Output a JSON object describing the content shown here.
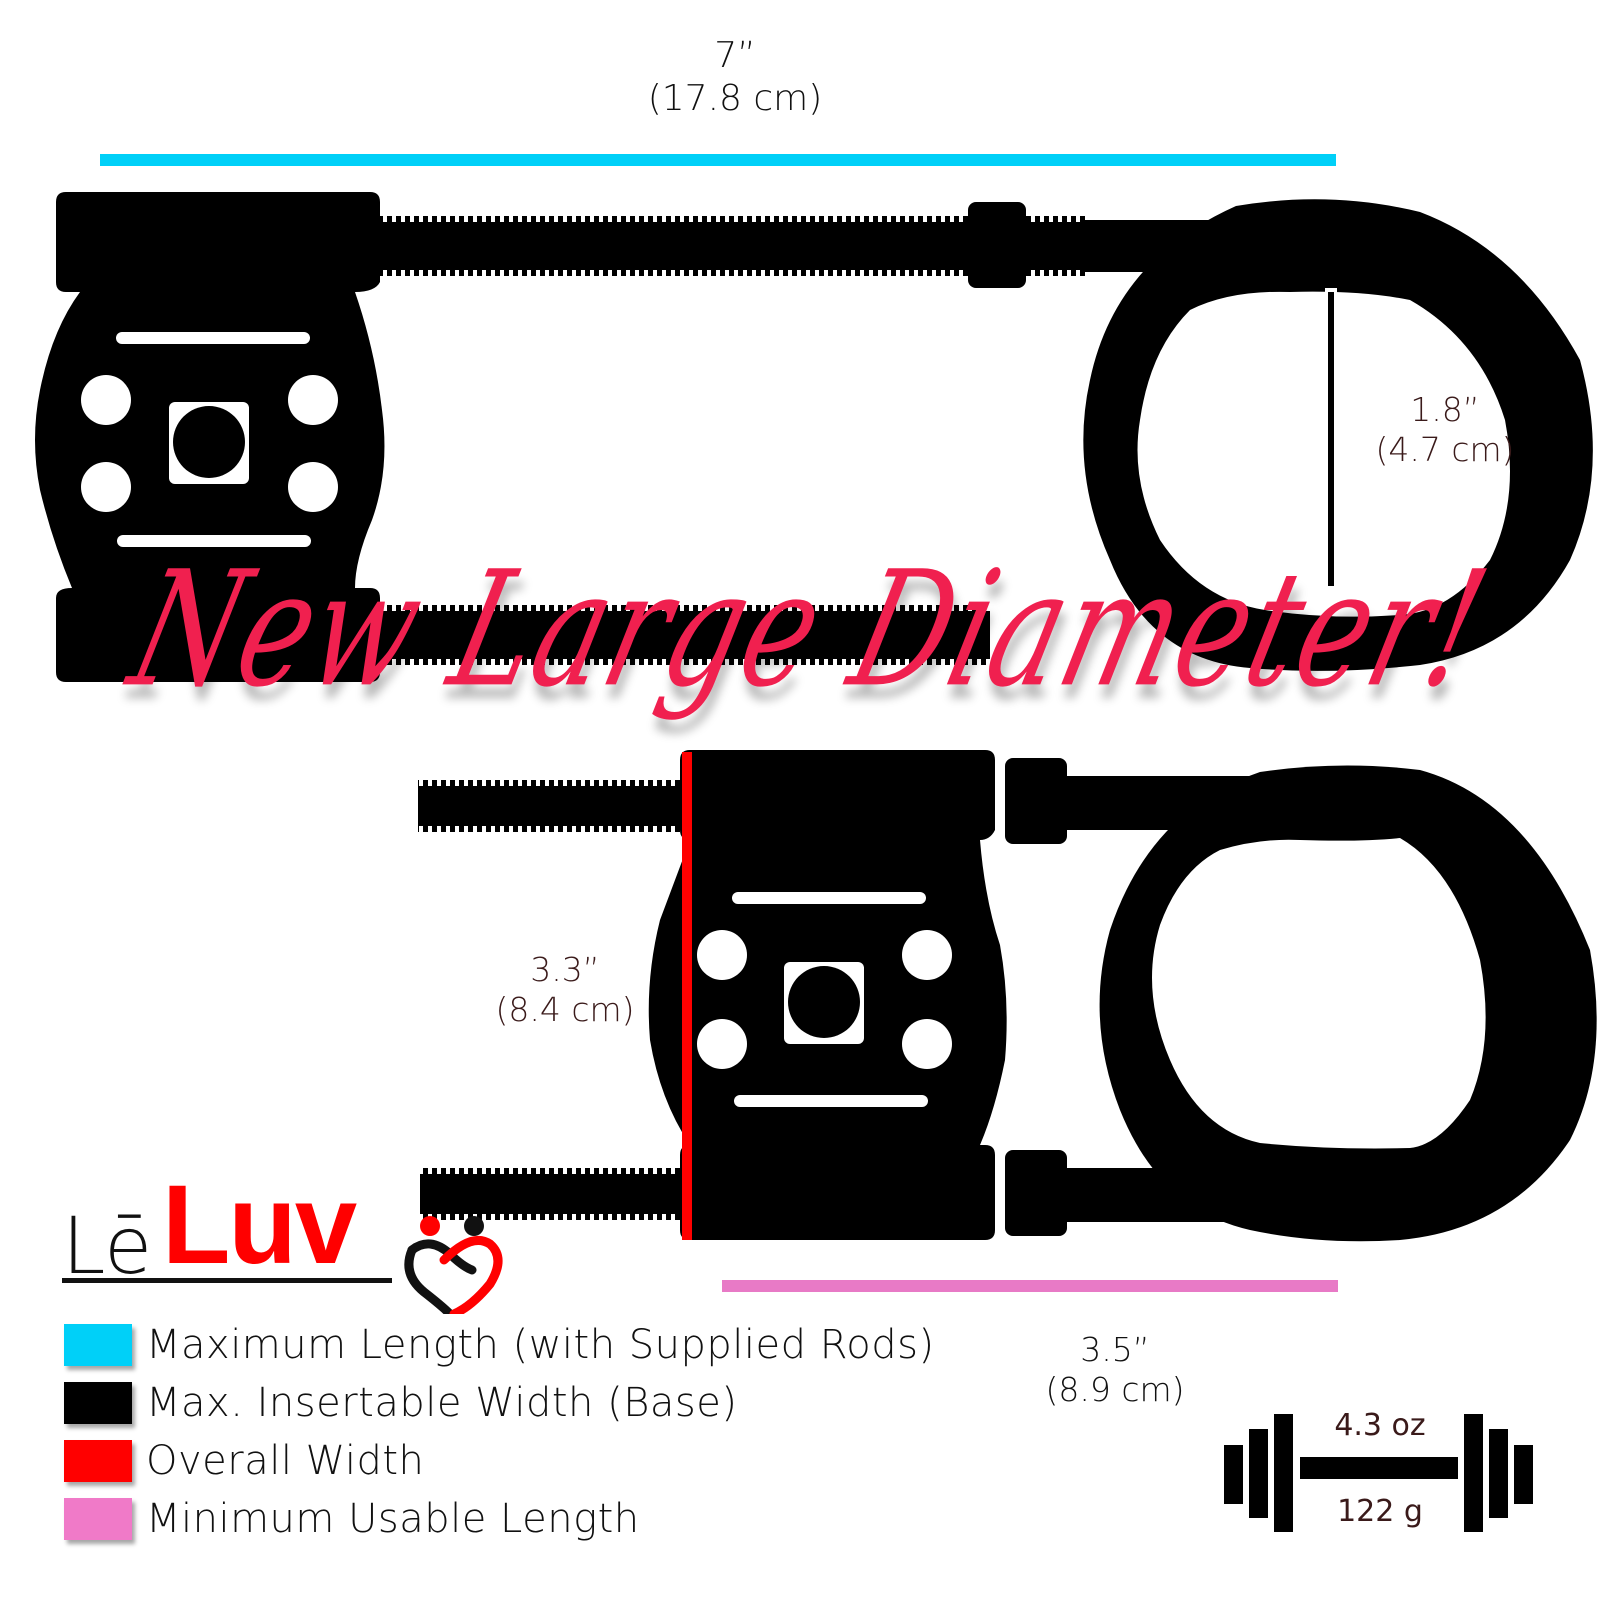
{
  "dimensions": {
    "max_length": {
      "inches": "7”",
      "cm": "(17.8 cm)",
      "color": "#00d0f8"
    },
    "inner_diameter": {
      "inches": "1.8”",
      "cm": "(4.7 cm)",
      "color": "#000000"
    },
    "overall_width": {
      "inches": "3.3”",
      "cm": "(8.4 cm)",
      "color": "#ff0000"
    },
    "min_usable_length": {
      "inches": "3.5”",
      "cm": "(8.9 cm)",
      "color": "#e87ac6"
    }
  },
  "headline": "New Large Diameter!",
  "headline_color": "#f0204f",
  "logo": {
    "prefix": "Lē",
    "brand": "Luv",
    "brand_color": "#ff0000"
  },
  "legend": {
    "items": [
      {
        "label": "Maximum Length (with Supplied Rods)",
        "color": "#00d0f8"
      },
      {
        "label": "Max. Insertable Width (Base)",
        "color": "#000000"
      },
      {
        "label": "Overall Width",
        "color": "#ff0000"
      },
      {
        "label": "Minimum Usable Length",
        "color": "#f07ac8"
      }
    ]
  },
  "weight": {
    "imperial": "4.3 oz",
    "metric": "122 g",
    "icon": "dumbbell-icon"
  }
}
